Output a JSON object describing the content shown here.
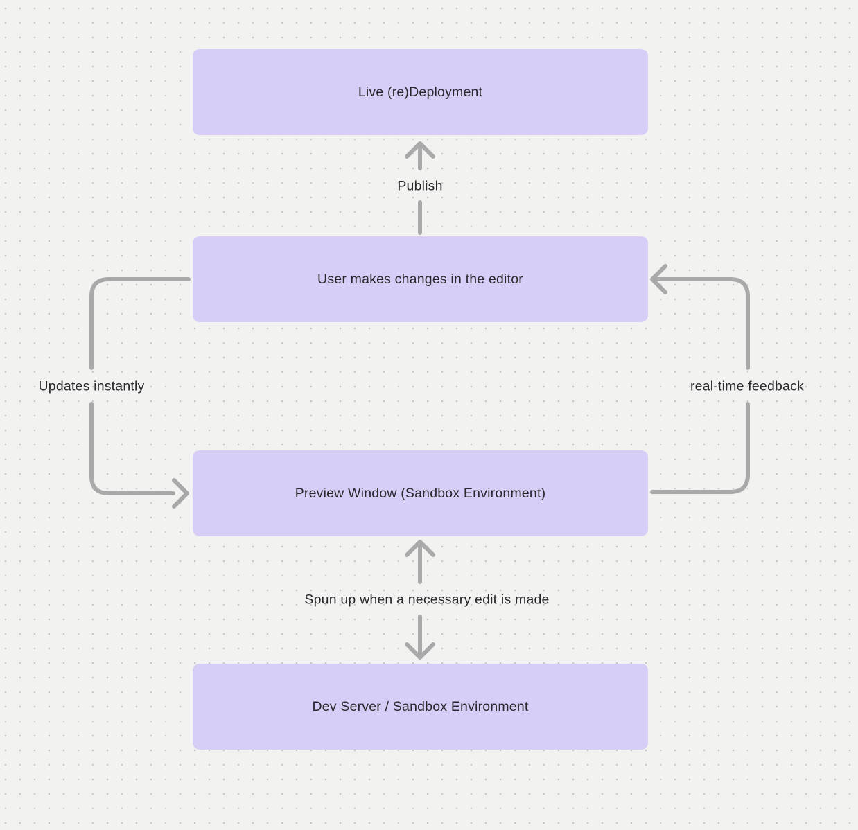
{
  "diagram": {
    "nodes": [
      {
        "id": "live-redeployment",
        "label": "Live (re)Deployment"
      },
      {
        "id": "user-editor",
        "label": "User makes changes in the editor"
      },
      {
        "id": "preview-window",
        "label": "Preview Window (Sandbox Environment)"
      },
      {
        "id": "dev-server",
        "label": "Dev Server / Sandbox Environment"
      }
    ],
    "edges": [
      {
        "from": "user-editor",
        "to": "live-redeployment",
        "label": "Publish",
        "direction": "up"
      },
      {
        "from": "user-editor",
        "to": "preview-window",
        "label": "Updates instantly",
        "side": "left",
        "direction": "down"
      },
      {
        "from": "preview-window",
        "to": "user-editor",
        "label": "real-time feedback",
        "side": "right",
        "direction": "up"
      },
      {
        "from": "dev-server",
        "to": "preview-window",
        "label": "Spun up when a necessary edit is made",
        "direction": "both"
      }
    ]
  },
  "theme": {
    "canvas_bg": "#f2f2f1",
    "dot_color": "#c8c8c8",
    "node_fill": "#d8cdf7",
    "edge_color": "#a9a9a9",
    "text_color": "#28282c"
  }
}
